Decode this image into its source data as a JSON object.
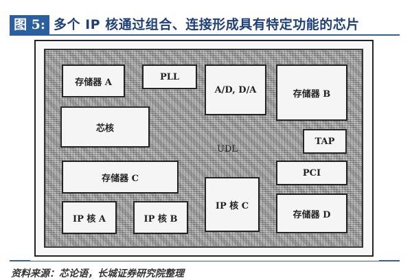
{
  "figure": {
    "label": "图 5:",
    "title": "多个 IP 核通过组合、连接形成具有特定功能的芯片",
    "accent_color": "#2b5f9e",
    "source": "资料来源：芯论语，长城证券研究院整理"
  },
  "diagram": {
    "background_label": "UDL",
    "blocks": [
      {
        "id": "mem-a",
        "label": "存储器 A"
      },
      {
        "id": "pll",
        "label": "PLL"
      },
      {
        "id": "adda",
        "label": "A/D, D/A"
      },
      {
        "id": "mem-b",
        "label": "存储器 B"
      },
      {
        "id": "core",
        "label": "芯核"
      },
      {
        "id": "tap",
        "label": "TAP"
      },
      {
        "id": "mem-c",
        "label": "存储器 C"
      },
      {
        "id": "pci",
        "label": "PCI"
      },
      {
        "id": "ip-a",
        "label": "IP 核 A"
      },
      {
        "id": "ip-b",
        "label": "IP 核 B"
      },
      {
        "id": "ip-c",
        "label": "IP 核 C"
      },
      {
        "id": "mem-d",
        "label": "存储器 D"
      }
    ]
  }
}
